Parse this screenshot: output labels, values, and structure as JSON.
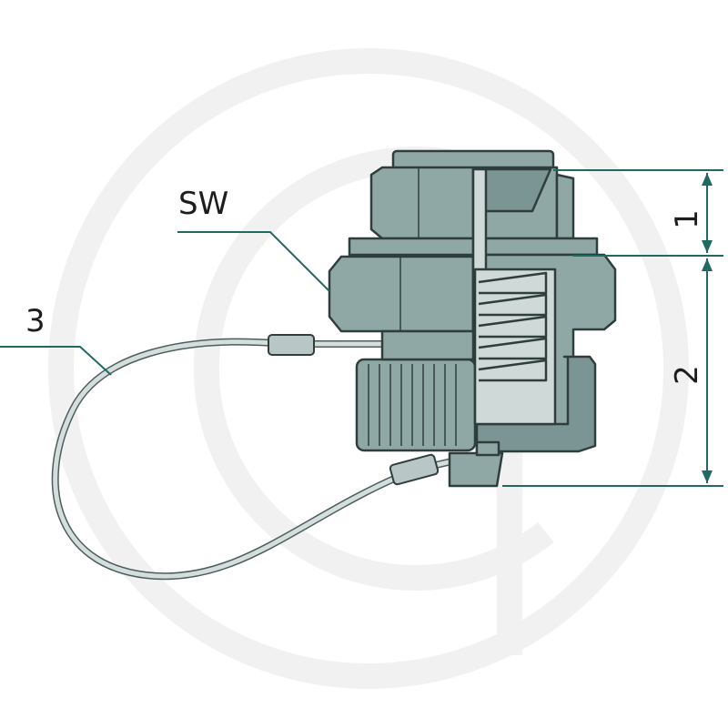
{
  "labels": {
    "sw": "SW",
    "chain": "3",
    "dim_top": "1",
    "dim_bottom": "2"
  },
  "colors": {
    "body_fill": "#8fa8a6",
    "body_dark": "#7a9593",
    "body_stroke": "#2f3e3d",
    "leader_line": "#1f6b62",
    "cable": "#b8c7c5",
    "cable_stroke": "#4e5d5c",
    "spring": "#cfd9d8",
    "watermark": "#f1f1f1"
  }
}
